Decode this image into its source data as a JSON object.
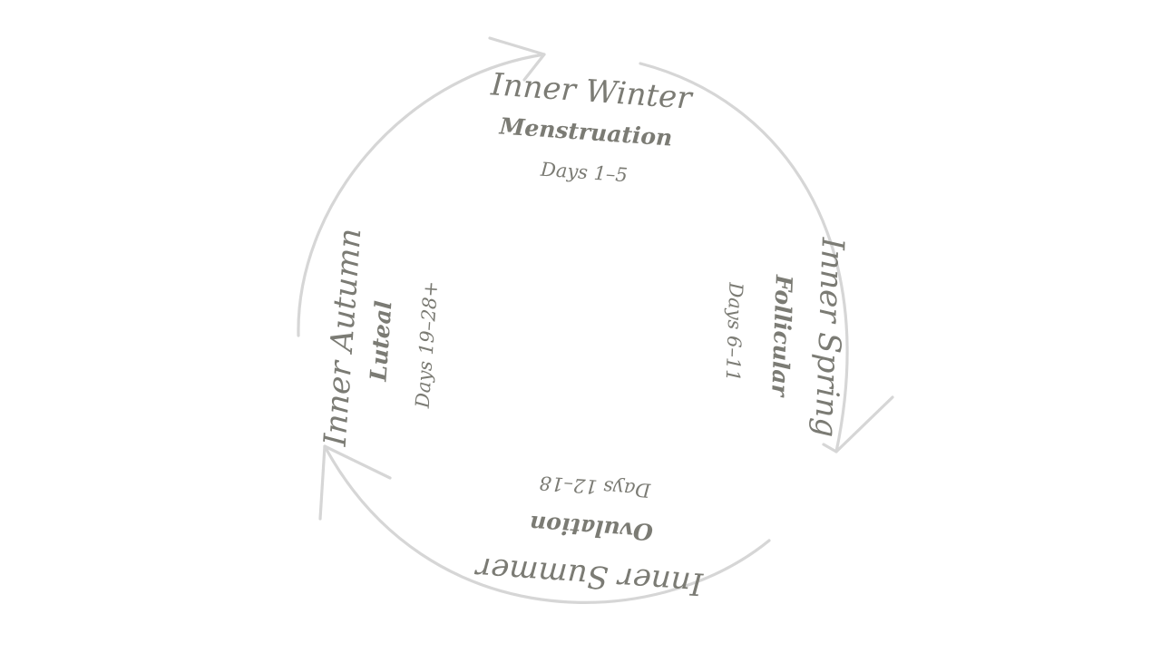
{
  "phases": [
    {
      "key": "winter",
      "season": "Inner Winter",
      "name": "Menstruation",
      "days": "Days 1–5"
    },
    {
      "key": "spring",
      "season": "Inner Spring",
      "name": "Follicular",
      "days": "Days 6–11"
    },
    {
      "key": "summer",
      "season": "Inner Summer",
      "name": "Ovulation",
      "days": "Days 12–18"
    },
    {
      "key": "autumn",
      "season": "Inner Autumn",
      "name": "Luteal",
      "days": "Days 19–28+"
    }
  ],
  "colors": {
    "arrow": "#d6d6d6",
    "text": "#7b7b74",
    "background": "#ffffff"
  }
}
